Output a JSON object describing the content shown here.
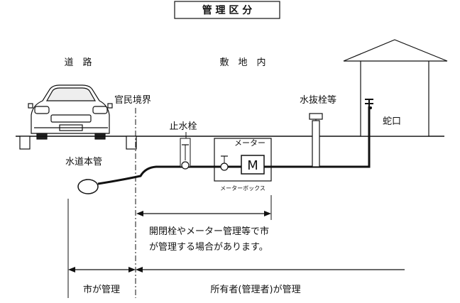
{
  "title": "管 理 区 分",
  "labels": {
    "road": "道　路",
    "premises": "敷　地　内",
    "boundary": "官民境界",
    "stop_valve": "止水栓",
    "drain_valve": "水抜栓等",
    "faucet": "蛇口",
    "main_pipe": "水道本管",
    "meter": "メーター",
    "meter_box": "メーターボックス",
    "meter_symbol": "M"
  },
  "note": {
    "line1": "開閉栓やメーター管理等で市",
    "line2": "が管理する場合があります。"
  },
  "responsibility": {
    "city": "市が管理",
    "owner": "所有者(管理者)が管理"
  },
  "colors": {
    "line": "#111111",
    "ground": "#222222"
  }
}
